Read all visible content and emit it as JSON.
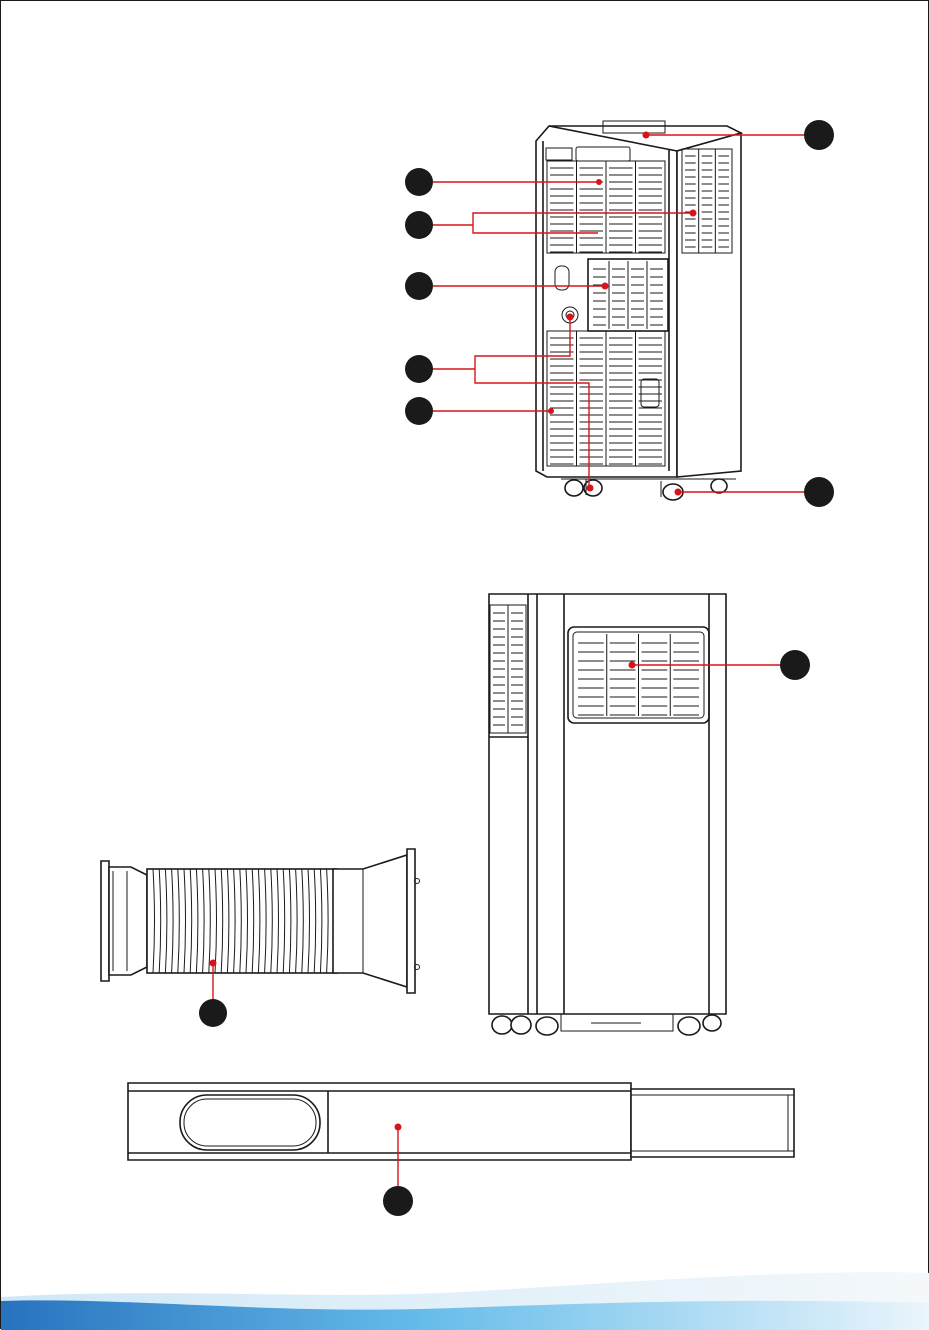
{
  "figure": {
    "callout_marker_count": 10,
    "colors": {
      "line": "#1a1a1a",
      "leader": "#d7141c",
      "marker": "#1a1a1a",
      "footer_wave": "#1d8fd6"
    },
    "views": [
      "rear-view-unit",
      "front-view-unit",
      "exhaust-hose",
      "window-slider-kit"
    ]
  }
}
